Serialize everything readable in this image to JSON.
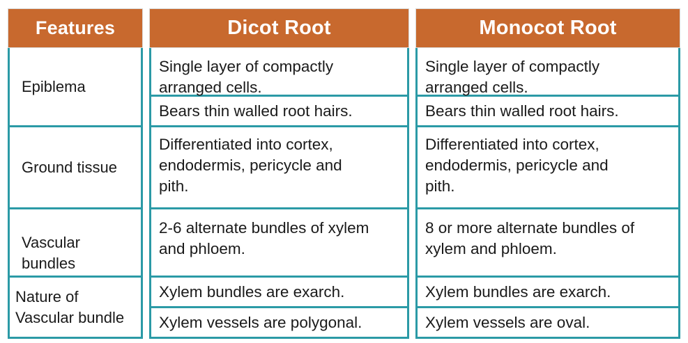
{
  "headers": {
    "features": "Features",
    "dicot": "Dicot Root",
    "monocot": "Monocot Root"
  },
  "features": [
    "Epiblema",
    "Ground tissue",
    "Vascular\nbundles",
    "Nature of\nVascular bundle"
  ],
  "dicot": [
    "Single layer of compactly\narranged cells.",
    "Bears thin walled root hairs.",
    "Differentiated into cortex,\nendodermis, pericycle and\npith.",
    "2-6 alternate bundles of xylem\nand phloem.",
    "Xylem bundles are exarch.",
    "Xylem vessels are polygonal."
  ],
  "monocot": [
    "Single layer of compactly\narranged cells.",
    "Bears thin walled root hairs.",
    "Differentiated into cortex,\nendodermis, pericycle and\npith.",
    "8 or more alternate bundles of\nxylem and phloem.",
    "Xylem bundles are exarch.",
    "Xylem vessels are oval."
  ],
  "colors": {
    "header_bg": "#c8692e",
    "header_text": "#ffffff",
    "border": "#2b9aa6"
  }
}
